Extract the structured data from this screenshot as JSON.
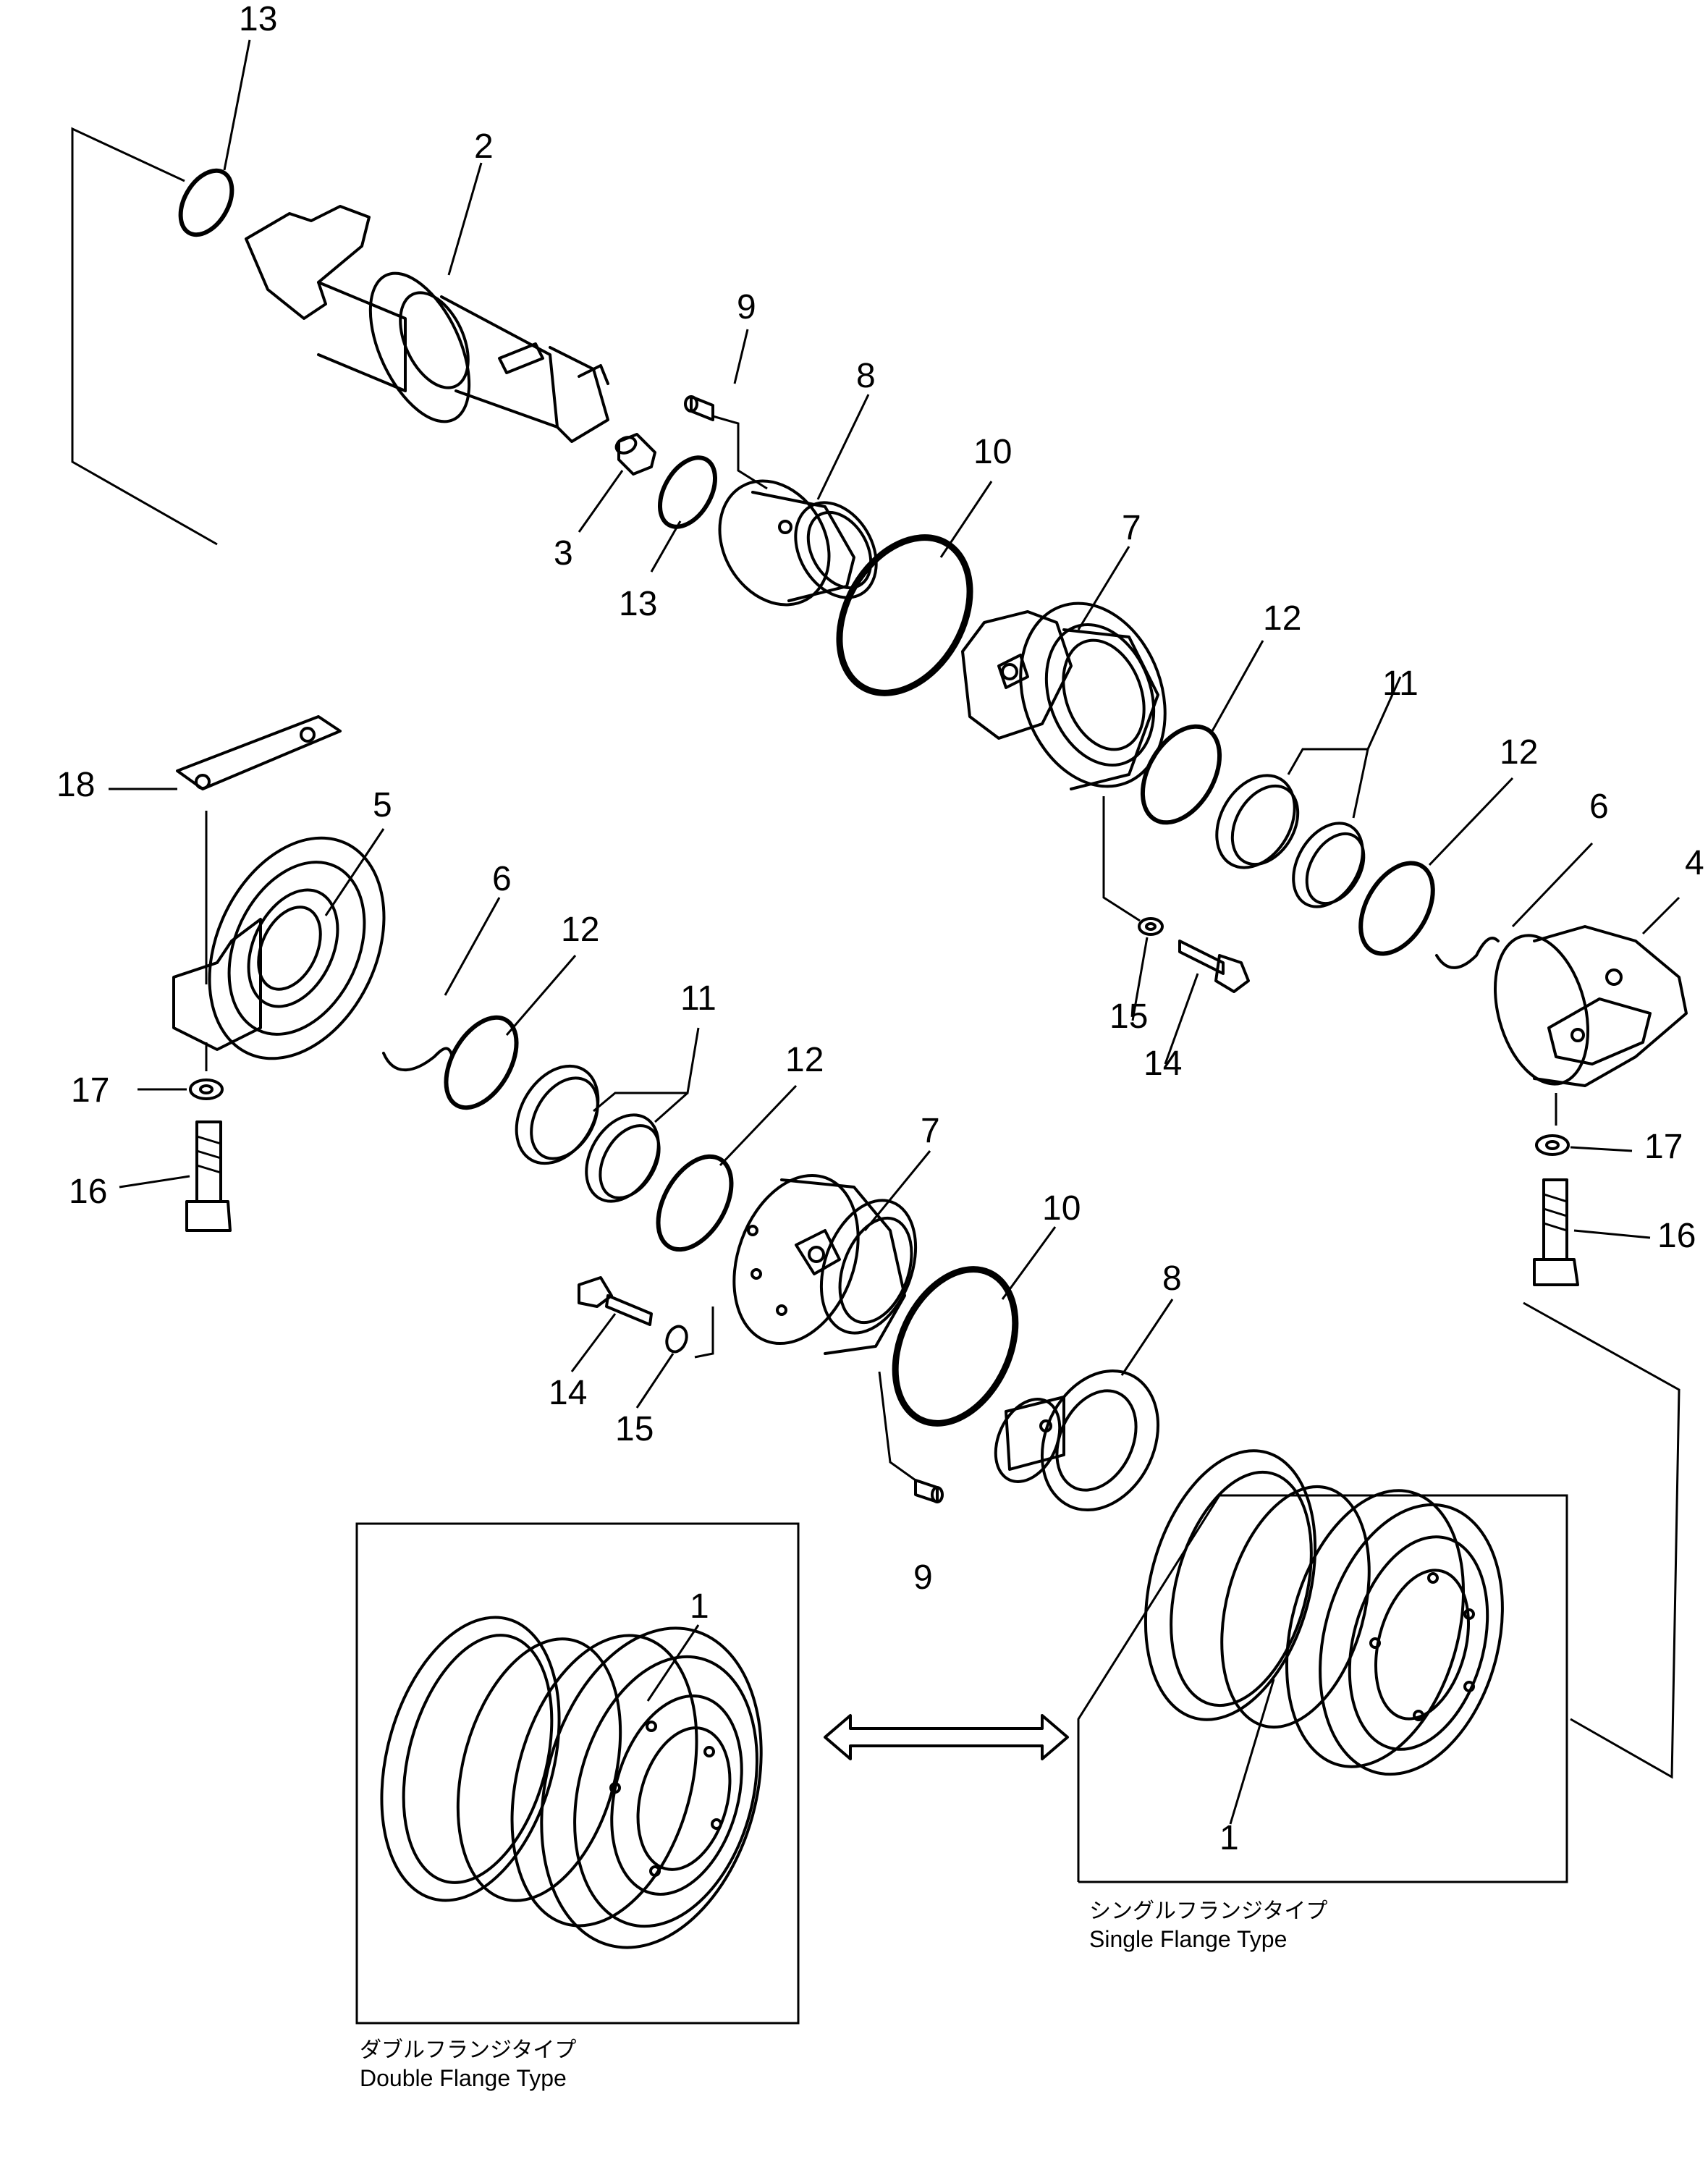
{
  "callouts": {
    "n1_top": "13",
    "n2": "2",
    "n3": "3",
    "n13_mid": "13",
    "n9_top": "9",
    "n8_top": "8",
    "n10_top": "10",
    "n7_top": "7",
    "n12_a": "12",
    "n11_a": "11",
    "n12_b": "12",
    "n6_right": "6",
    "n4": "4",
    "n15_top": "15",
    "n14_top": "14",
    "n17_right": "17",
    "n16_right": "16",
    "n18": "18",
    "n5": "5",
    "n6_left": "6",
    "n12_c": "12",
    "n11_b": "11",
    "n12_d": "12",
    "n17_left": "17",
    "n16_left": "16",
    "n7_bottom": "7",
    "n10_bottom": "10",
    "n8_bottom": "8",
    "n14_bottom": "14",
    "n15_bottom": "15",
    "n9_bottom": "9",
    "n1_double": "1",
    "n1_single": "1"
  },
  "captions": {
    "single_jp": "シングルフランジタイプ",
    "single_en": "Single  Flange  Type",
    "double_jp": "ダブルフランジタイプ",
    "double_en": "Double  Flange  Type"
  }
}
